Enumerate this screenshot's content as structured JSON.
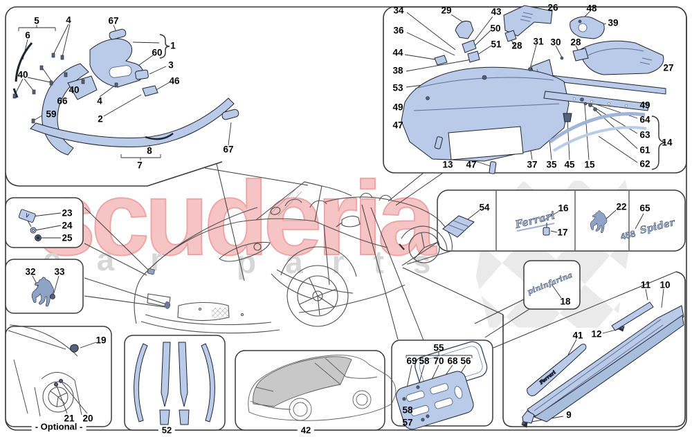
{
  "watermark": {
    "brand": "scuderia",
    "word1": "car",
    "word2": "parts"
  },
  "badges": {
    "script": "Ferrari",
    "model_number": "458",
    "model_name": "Spider",
    "designer": "pininfarina",
    "kick_plate": "Ferrari"
  },
  "callouts": {
    "t5": "5",
    "t4a": "4",
    "t67a": "67",
    "t6": "6",
    "t1": "1",
    "t60": "60",
    "t3": "3",
    "t46": "46",
    "t40a": "40",
    "t66": "66",
    "t40b": "40",
    "t4b": "4",
    "t2": "2",
    "t59": "59",
    "t8": "8",
    "t7": "7",
    "t67b": "67",
    "r34": "34",
    "r29": "29",
    "r43": "43",
    "r26": "26",
    "r48": "48",
    "r39": "39",
    "r36": "36",
    "r50": "50",
    "r51": "51",
    "r28a": "28",
    "r31": "31",
    "r30": "30",
    "r28b": "28",
    "r44": "44",
    "r27": "27",
    "r38": "38",
    "r53": "53",
    "r49a": "49",
    "r49b": "49",
    "r64": "64",
    "r63": "63",
    "r14": "14",
    "r61": "61",
    "r62": "62",
    "r47a": "47",
    "r13": "13",
    "r47b": "47",
    "r37": "37",
    "r35": "35",
    "r45": "45",
    "r15": "15",
    "m23": "23",
    "m24": "24",
    "m25": "25",
    "m32": "32",
    "m33": "33",
    "m54": "54",
    "m16": "16",
    "m17": "17",
    "m22": "22",
    "m65": "65",
    "m18": "18",
    "b19": "19",
    "b21": "21",
    "b20": "20",
    "bopt": "- Optional -",
    "b52": "52",
    "b42": "42",
    "b55": "55",
    "b69": "69",
    "b58a": "58",
    "b70": "70",
    "b68": "68",
    "b56": "56",
    "b58b": "58",
    "b57": "57",
    "b11": "11",
    "b10": "10",
    "b41": "41",
    "b12": "12",
    "b9": "9"
  }
}
